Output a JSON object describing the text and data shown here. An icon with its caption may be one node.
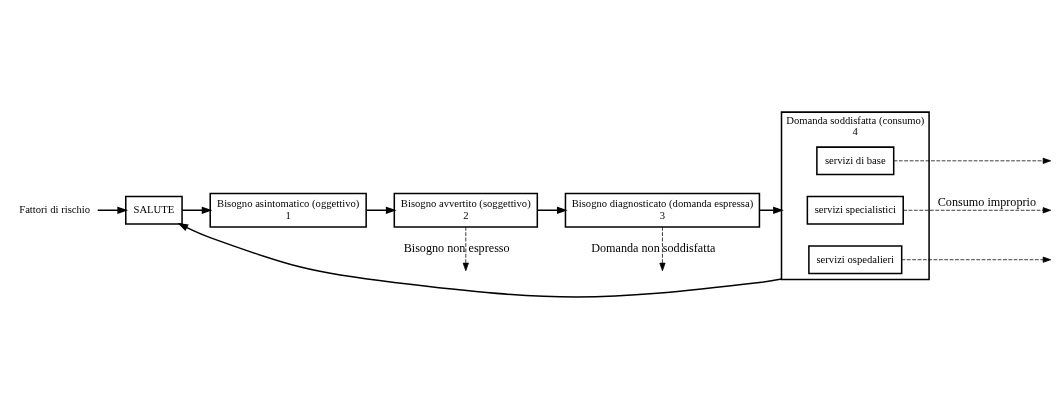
{
  "diagram": {
    "nodes": [
      {
        "text": [
          "Fattori di rischio"
        ]
      },
      {
        "text": [
          "SALUTE"
        ]
      },
      {
        "text": [
          "Bisogno asintomatico (oggettivo)",
          "1"
        ]
      },
      {
        "text": [
          "Bisogno avvertito (soggettivo)",
          "2"
        ]
      },
      {
        "text": [
          "Bisogno diagnosticato (domanda espressa)",
          "3"
        ]
      },
      {
        "text": [
          "Domanda soddisfatta (consumo)",
          "4"
        ]
      },
      {
        "text": [
          "servizi di base"
        ],
        "in": 5
      },
      {
        "text": [
          "servizi specialistici"
        ],
        "in": 5
      },
      {
        "text": [
          "servizi ospedalieri"
        ],
        "in": 5
      }
    ],
    "edges": [
      {
        "from": 0,
        "to": 1,
        "arrow": "to"
      },
      {
        "from": 1,
        "to": 2,
        "arrow": "to"
      },
      {
        "from": 2,
        "to": 3,
        "arrow": "to"
      },
      {
        "from": 3,
        "to": 4,
        "arrow": "to"
      },
      {
        "from": 4,
        "to": 5,
        "arrow": "to"
      },
      {
        "from": 5,
        "to": 1,
        "arrow": "to"
      },
      {
        "from": 3,
        "to": null,
        "arrow": "to",
        "style": "dashed",
        "label": "Bisogno non espresso"
      },
      {
        "from": 4,
        "to": null,
        "arrow": "to",
        "style": "dashed",
        "label": "Domanda non soddisfatta"
      },
      {
        "from": 6,
        "to": null,
        "arrow": "to",
        "style": "dashed"
      },
      {
        "from": 7,
        "to": null,
        "arrow": "to",
        "style": "dashed",
        "label": "Consumo improprio"
      },
      {
        "from": 8,
        "to": null,
        "arrow": "to",
        "style": "dashed"
      }
    ]
  }
}
